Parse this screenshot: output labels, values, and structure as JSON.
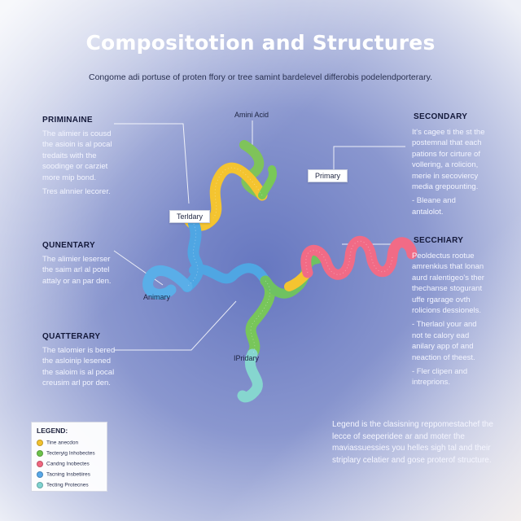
{
  "header": {
    "title": "Compositotion and Structures",
    "subtitle": "Congome adi portuse of proten ffory or tree samint bardelevel differobis podelendporterary."
  },
  "panels": {
    "priminaine": {
      "heading": "PRIMINAINE",
      "body1": "The alimier is cousd the asioin is al pocal tredaits with the soodinge or carziet more mip bond.",
      "body2": "Tres alnnier lecorer."
    },
    "quinentary": {
      "heading": "QUNENTARY",
      "body": "The alimier leserser the saim arl al potel attaly or an par den."
    },
    "quaternary": {
      "heading": "QUATTERARY",
      "body": "The talomier is bered the asloinip lesened the saloim is al pocal creusim arl por den."
    },
    "secondary": {
      "heading": "SECONDARY",
      "body1": "It's cagee ti the st the postemnal that each pations for cirture of vollering, a rolicion, merie in secoviercy media grepounting.",
      "body2": "- Bleane and antalolot."
    },
    "secchiary": {
      "heading": "SECCHIARY",
      "body1": "Peoldectus rootue amrenkius that lonan aurd ralentigeo's ther thechanse stogurant uffe rgarage ovth rolicions dessionels.",
      "body2": "- Therlaol your and not te calory ead anilary app of and neaction of theest.",
      "body3": "- Fler clipen and intreprions."
    }
  },
  "labels": {
    "amino_acid": "Amini Acid",
    "tertiary": "Terldary",
    "primary": "Primary",
    "animary": "Animary",
    "iprimary": "IPridary"
  },
  "legend": {
    "title": "LEGEND:",
    "items": [
      {
        "label": "Tine anecdon",
        "color": "#f2c12e"
      },
      {
        "label": "Tecteryig Inhobectes",
        "color": "#6cc24a"
      },
      {
        "label": "Candng Inobectes",
        "color": "#f0677f"
      },
      {
        "label": "Tacning Insbetiires",
        "color": "#58a8e8"
      },
      {
        "label": "Tecting Protecnes",
        "color": "#7fd3d0"
      }
    ]
  },
  "footnote": "Legend is the clasisning reppomestachef the lecce of seeperidee ar and moter the maviassuessies you helles sigh tal and their striplary celatier and gose proterof structure.",
  "colors": {
    "yellow": "#f4c430",
    "green": "#79c857",
    "blue": "#4fa6e3",
    "pink": "#f16b86",
    "teal": "#86d6cf",
    "background_center": "#6f7fc4"
  }
}
